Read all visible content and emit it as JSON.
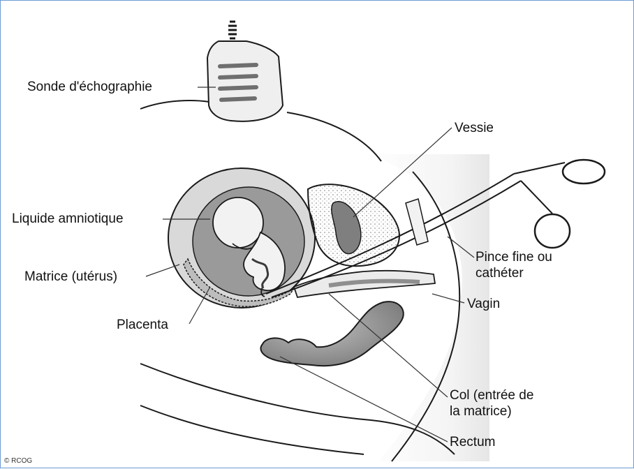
{
  "labels": {
    "probe": "Sonde d'échographie",
    "bladder": "Vessie",
    "amniotic_fluid": "Liquide amniotique",
    "forceps_line1": "Pince fine ou",
    "forceps_line2": "cathéter",
    "uterus": "Matrice (utérus)",
    "vagina": "Vagin",
    "placenta": "Placenta",
    "cervix_line1": "Col (entrée de",
    "cervix_line2": "la matrice)",
    "rectum": "Rectum"
  },
  "credit": "© RCOG",
  "colors": {
    "frame_border": "#6d9bd4",
    "outline": "#1a1a1a",
    "uterine_wall": "#d9d9d9",
    "amniotic": "#9a9a9a",
    "fetus": "#f2f2f2",
    "organ_dark": "#7f7f7f",
    "tissue_light": "#ebebeb"
  }
}
